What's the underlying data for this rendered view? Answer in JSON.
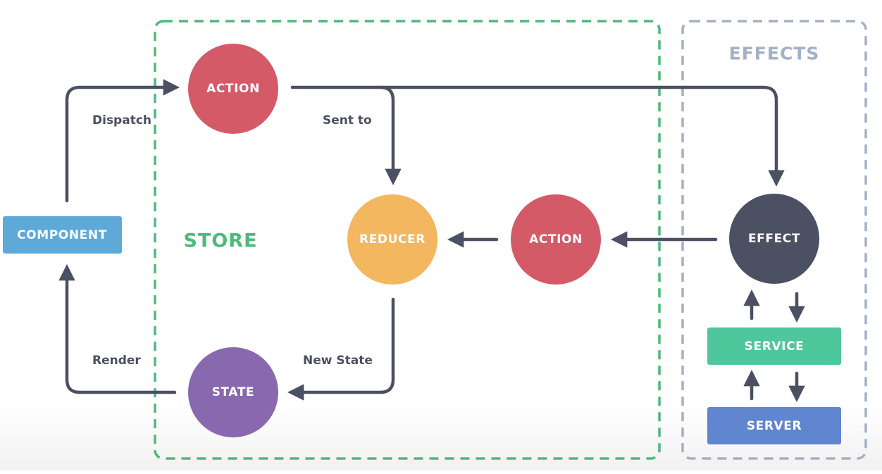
{
  "colors": {
    "store": "#4cba7a",
    "effects": "#a4b0c8",
    "action": "#d45a68",
    "reducer": "#f3b760",
    "state": "#8868ae",
    "effect": "#4b5062",
    "component": "#5ea9d8",
    "service": "#4fc79c",
    "server": "#5f86cf",
    "arrow": "#4b5062",
    "edge_label": "#4a5060"
  },
  "groups": {
    "store": "STORE",
    "effects": "EFFECTS"
  },
  "nodes": {
    "action_top": "ACTION",
    "action_mid": "ACTION",
    "reducer": "REDUCER",
    "state": "STATE",
    "effect": "EFFECT",
    "component": "COMPONENT",
    "service": "SERVICE",
    "server": "SERVER"
  },
  "edges": {
    "dispatch": "Dispatch",
    "sent_to": "Sent to",
    "new_state": "New State",
    "render": "Render"
  }
}
